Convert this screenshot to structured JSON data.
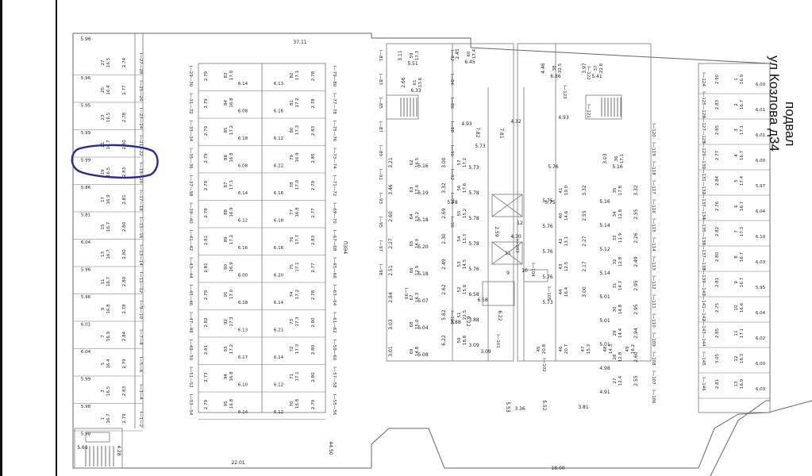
{
  "title": {
    "line1": "подвал",
    "line2": "ул Козлова д34"
  },
  "overall": {
    "top_width": "37.11",
    "bottom_left_width": "22.01",
    "bottom_right_width": "18.00",
    "left_height": "44.50",
    "corner_left_top": "5.96",
    "stair_left": "4.28",
    "stair_left_small": "5.69"
  },
  "col_a_rows": [
    {
      "no": "27",
      "area": "16.5",
      "w": "5.96",
      "d": "2.74"
    },
    {
      "no": "25",
      "area": "16.4",
      "w": "5.95",
      "d": "2.77"
    },
    {
      "no": "23",
      "area": "16.5",
      "w": "5.99",
      "d": "2.78"
    },
    {
      "no": "21",
      "area": "16.7",
      "w": "5.99",
      "d": "2.80"
    },
    {
      "no": "19",
      "area": "16.5",
      "w": "5.86",
      "d": "2.83"
    },
    {
      "no": "17",
      "area": "16.9",
      "w": "5.81",
      "d": "2.81"
    },
    {
      "no": "15",
      "area": "16.7",
      "w": "6.04",
      "d": "2.80"
    },
    {
      "no": "13",
      "area": "16.7",
      "w": "5.96",
      "d": "2.80"
    },
    {
      "no": "11",
      "area": "16.7",
      "w": "5.96",
      "d": "2.80"
    },
    {
      "no": "9",
      "area": "16.8",
      "w": "6.01",
      "d": "2.78"
    },
    {
      "no": "7",
      "area": "16.9",
      "w": "6.04",
      "d": "2.84"
    },
    {
      "no": "5",
      "area": "16.4",
      "w": "5.99",
      "d": "2.79"
    },
    {
      "no": "3",
      "area": "16.5",
      "w": "5.98",
      "d": "2.83"
    },
    {
      "no": "1",
      "area": "16.7",
      "w": "5.98",
      "d": "2.79"
    }
  ],
  "col_a_pairs": [
    "I—27—28",
    "I—25—26",
    "I—23—24",
    "I—21—22",
    "I—19—20",
    "I—17—18",
    "I—15—16",
    "I—13—14",
    "I—11—12",
    "I—9—10",
    "I—7—8",
    "I—5—6",
    "I—3—4",
    "I—1—2"
  ],
  "col_b_rows": [
    {
      "no": "83",
      "area": "17.0",
      "w": "6.14",
      "d": "2.79"
    },
    {
      "no": "84",
      "area": "16.8",
      "w": "6.08",
      "d": "2.79"
    },
    {
      "no": "85",
      "area": "17.2",
      "w": "6.18",
      "d": "2.79"
    },
    {
      "no": "86",
      "area": "16.8",
      "w": "6.08",
      "d": "2.79"
    },
    {
      "no": "87",
      "area": "17.1",
      "w": "6.14",
      "d": "2.79"
    },
    {
      "no": "88",
      "area": "16.9",
      "w": "6.12",
      "d": "2.78"
    },
    {
      "no": "89",
      "area": "17.2",
      "w": "6.16",
      "d": "2.81"
    },
    {
      "no": "90",
      "area": "16.9",
      "w": "6.00",
      "d": "2.81"
    },
    {
      "no": "91",
      "area": "17.0",
      "w": "6.18",
      "d": "2.79"
    },
    {
      "no": "92",
      "area": "17.3",
      "w": "6.13",
      "d": "2.82"
    },
    {
      "no": "93",
      "area": "17.2",
      "w": "6.17",
      "d": "2.81"
    },
    {
      "no": "94",
      "area": "16.8",
      "w": "6.10",
      "d": "2.73"
    },
    {
      "no": "95",
      "area": "16.8",
      "w": "6.14",
      "d": "2.79"
    }
  ],
  "col_c_rows": [
    {
      "no": "82",
      "area": "17.1",
      "w": "6.13",
      "d": "2.78"
    },
    {
      "no": "81",
      "area": "17.2",
      "w": "6.16",
      "d": "2.78"
    },
    {
      "no": "80",
      "area": "17.3",
      "w": "6.12",
      "d": "2.83"
    },
    {
      "no": "79",
      "area": "16.9",
      "w": "6.22",
      "d": "2.85"
    },
    {
      "no": "78",
      "area": "17.0",
      "w": "6.16",
      "d": "2.79"
    },
    {
      "no": "77",
      "area": "16.8",
      "w": "6.18",
      "d": "2.77"
    },
    {
      "no": "76",
      "area": "17.7",
      "w": "6.16",
      "d": "2.83"
    },
    {
      "no": "75",
      "area": "17.1",
      "w": "6.20",
      "d": "2.77"
    },
    {
      "no": "74",
      "area": "17.2",
      "w": "6.14",
      "d": "2.78"
    },
    {
      "no": "73",
      "area": "17.3",
      "w": "6.21",
      "d": "2.80"
    },
    {
      "no": "72",
      "area": "17.3",
      "w": "6.14",
      "d": "2.80"
    },
    {
      "no": "71",
      "area": "17.1",
      "w": "6.12",
      "d": "2.80"
    },
    {
      "no": "70",
      "area": "16.8",
      "w": "6.12",
      "d": "2.79"
    }
  ],
  "col_b_pairs": [
    "I—29—30",
    "I—31—32",
    "I—33—34",
    "I—35—36",
    "I—37—38",
    "I—39—40",
    "I—41—42",
    "I—43—44",
    "I—45—46",
    "I—47—48",
    "I—49—50",
    "I—51—52",
    "I—53—54"
  ],
  "col_c_pairs": [
    "I—79—80",
    "I—77—78",
    "I—75—76",
    "I—73—74",
    "I—71—72",
    "I—69—70",
    "I—67—68",
    "I—65—66",
    "I—63—64",
    "I—61—62",
    "I—59—60",
    "I—57—58",
    "I—55—56"
  ],
  "center_label": "ПЗЭ4",
  "core": {
    "dims": [
      "4.93",
      "4.32",
      "4.93",
      "7.82",
      "7.81",
      "5.73",
      "5.76",
      "5.75",
      "5.78",
      "6.58",
      "4.30",
      "2.59",
      "3.88",
      "3.09",
      "3.36",
      "3.81",
      "5.53",
      "5.52",
      "6.22",
      "6.22"
    ],
    "shaft_labels": [
      "10",
      "11",
      "9",
      "12"
    ]
  },
  "top_block": [
    {
      "no": "59",
      "area": "17.3",
      "w": "5.51",
      "d": "3.11"
    },
    {
      "no": "60",
      "area": "17.4",
      "w": "6.45",
      "d": "2.45"
    },
    {
      "no": "61",
      "area": "13.6",
      "w": "6.33",
      "d": "2.66"
    },
    {
      "no": "38",
      "area": "32.5",
      "w": "6.86",
      "d": "4.46"
    },
    {
      "no": "37",
      "area": "22.8",
      "w": "5.41",
      "d": "3.97"
    },
    {
      "no": "36",
      "area": "17.1",
      "w": "5.16",
      "d": "3.03"
    }
  ],
  "left_mid_block": [
    {
      "no": "62",
      "area": "16.5",
      "w": "5.16",
      "d": "3.21"
    },
    {
      "no": "63",
      "area": "17.6",
      "w": "5.19",
      "d": "3.46"
    },
    {
      "no": "64",
      "area": "13.2",
      "w": "5.18",
      "d": "2.60"
    },
    {
      "no": "65",
      "area": "14.0",
      "w": "5.20",
      "d": "2.27"
    },
    {
      "no": "66",
      "area": "12.9",
      "w": "5.18",
      "d": "2.51"
    },
    {
      "no": "67",
      "area": "14.3",
      "w": "5.07",
      "d": "2.84"
    },
    {
      "no": "68",
      "area": "15.0",
      "w": "5.04",
      "d": "3.03"
    },
    {
      "no": "69",
      "area": "14.8",
      "w": "5.08",
      "d": "3.01"
    }
  ],
  "inner_left_block": [
    {
      "no": "57",
      "area": "17.2",
      "w": "5.73",
      "d": "3.00"
    },
    {
      "no": "56",
      "area": "17.6",
      "w": "5.78",
      "d": "3.32"
    },
    {
      "no": "55",
      "area": "15.2",
      "w": "5.78",
      "d": "2.69"
    },
    {
      "no": "54",
      "area": "13.3",
      "w": "5.78",
      "d": "2.30"
    },
    {
      "no": "53",
      "area": "14.5",
      "w": "5.76",
      "d": "2.49"
    },
    {
      "no": "52",
      "area": "15.0",
      "w": "6.58",
      "d": "2.62"
    },
    {
      "no": "51",
      "area": "22.5",
      "w": "3.88",
      "d": "5.82"
    },
    {
      "no": "50",
      "area": "18.8",
      "w": "3.09",
      "d": "6.22"
    }
  ],
  "inner_right_block": [
    {
      "no": "41",
      "area": "19.0",
      "w": "5.75",
      "d": "3.32"
    },
    {
      "no": "40",
      "area": "14.6",
      "w": "5.76",
      "d": "2.55"
    },
    {
      "no": "42",
      "area": "13.1",
      "w": "5.76",
      "d": "2.27"
    },
    {
      "no": "43",
      "area": "12.5",
      "w": "5.76",
      "d": "2.17"
    },
    {
      "no": "44",
      "area": "16.4",
      "w": "5.73",
      "d": "3.00"
    },
    {
      "no": "45",
      "area": "20.8",
      "w": "3.83",
      "d": "5.52"
    },
    {
      "no": "46",
      "area": "20.7",
      "w": "3.81",
      "d": "5.52"
    },
    {
      "no": "47",
      "area": "15.3",
      "w": "3.36",
      "d": "5.53"
    },
    {
      "no": "48",
      "area": "14.3",
      "w": "2.80",
      "d": "5.50"
    },
    {
      "no": "49",
      "area": "16.2",
      "w": "3.36",
      "d": "5.53"
    }
  ],
  "right_mid_block": [
    {
      "no": "35",
      "area": "17.8",
      "w": "5.16",
      "d": "3.32"
    },
    {
      "no": "34",
      "area": "12.8",
      "w": "5.14",
      "d": "2.55"
    },
    {
      "no": "33",
      "area": "11.9",
      "w": "5.12",
      "d": "2.26"
    },
    {
      "no": "32",
      "area": "12.8",
      "w": "5.14",
      "d": "2.49"
    },
    {
      "no": "31",
      "area": "14.7",
      "w": "5.01",
      "d": "2.95"
    },
    {
      "no": "30",
      "area": "14.8",
      "w": "5.01",
      "d": "2.95"
    },
    {
      "no": "29",
      "area": "14.4",
      "w": "5.01",
      "d": "2.94"
    },
    {
      "no": "28",
      "area": "12.8",
      "w": "4.98",
      "d": "2.60"
    },
    {
      "no": "27",
      "area": "12.4",
      "w": "4.91",
      "d": "2.55"
    }
  ],
  "col_d_rows": [
    {
      "no": "1",
      "area": "16.9",
      "w": "6.00",
      "d": "2.90"
    },
    {
      "no": "2",
      "area": "16.7",
      "w": "6.01",
      "d": "2.83"
    },
    {
      "no": "3",
      "area": "17.1",
      "w": "6.01",
      "d": "2.85"
    },
    {
      "no": "4",
      "area": "16.7",
      "w": "6.00",
      "d": "2.77"
    },
    {
      "no": "5",
      "area": "17.4",
      "w": "5.97",
      "d": "2.84"
    },
    {
      "no": "6",
      "area": "16.7",
      "w": "6.04",
      "d": "2.76"
    },
    {
      "no": "7",
      "area": "17.3",
      "w": "6.10",
      "d": "2.82"
    },
    {
      "no": "8",
      "area": "16.7",
      "w": "6.03",
      "d": "2.80"
    },
    {
      "no": "9",
      "area": "16.7",
      "w": "5.95",
      "d": "2.81"
    },
    {
      "no": "10",
      "area": "16.6",
      "w": "6.04",
      "d": "2.75"
    },
    {
      "no": "11",
      "area": "17.1",
      "w": "6.02",
      "d": "2.85"
    },
    {
      "no": "12",
      "area": "18.3",
      "w": "6.00",
      "d": "3.05"
    },
    {
      "no": "13",
      "area": "16.9",
      "w": "6.03",
      "d": "2.81"
    }
  ],
  "col_d_pairs": [
    "I—124",
    "I—125—126",
    "I—127—128",
    "I—129—130",
    "I—131—132",
    "I—133—134",
    "I—135—136",
    "I—137—138",
    "I—139—140",
    "I—141—142",
    "I—143—144",
    "I—145",
    "I—146"
  ],
  "corridor_left_labels": [
    "I—81",
    "I—83",
    "I—85",
    "I—87",
    "I—89",
    "I—91",
    "I—93",
    "I—95",
    "I—97",
    "I—98",
    "I—99",
    "I—100",
    "I—101",
    "I—102"
  ],
  "corridor_mid_labels": [
    "I—82",
    "I—84",
    "I—86",
    "I—88",
    "I—90",
    "I—92",
    "I—94",
    "I—96",
    "I—103",
    "I—104",
    "I—105"
  ],
  "corridor_right_labels": [
    "I—122",
    "I—123",
    "I—121",
    "I—120",
    "I—119",
    "I—118",
    "I—117",
    "I—116",
    "I—115",
    "I—114",
    "I—113",
    "I—112",
    "I—111",
    "I—110",
    "I—109",
    "I—108",
    "I—107",
    "I—106"
  ]
}
